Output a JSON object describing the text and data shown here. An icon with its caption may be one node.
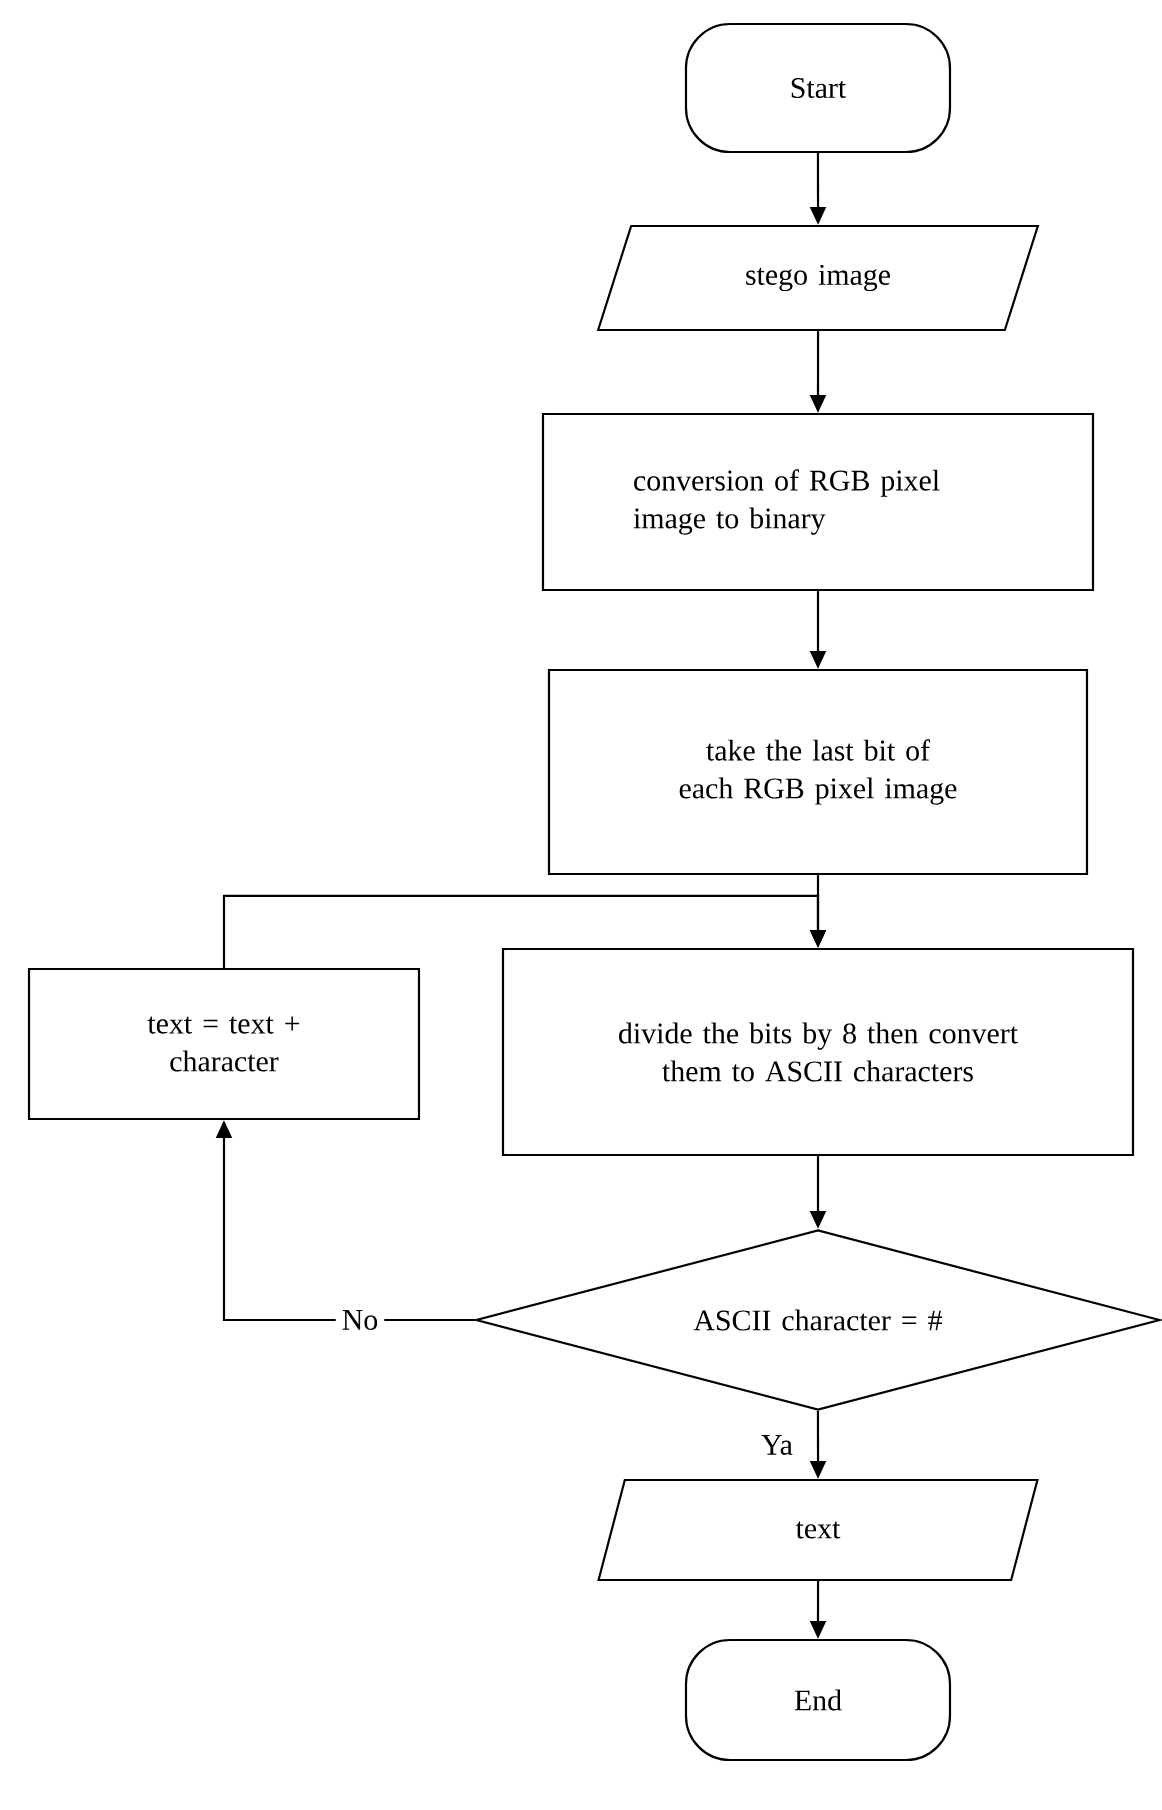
{
  "diagram": {
    "nodes": [
      {
        "text": [
          "Start"
        ]
      },
      {
        "text": [
          "stego image"
        ]
      },
      {
        "text": [
          "conversion of RGB pixel image to binary"
        ]
      },
      {
        "text": [
          "take the last bit of each RGB pixel image"
        ]
      },
      {
        "text": [
          "text = text + character"
        ]
      },
      {
        "text": [
          "divide the bits by 8 then convert them to ASCII characters"
        ]
      },
      {
        "text": [
          "ASCII character = #"
        ]
      },
      {
        "text": [
          "text"
        ]
      },
      {
        "text": [
          "End"
        ]
      }
    ],
    "edges": [
      {
        "from": 0,
        "to": 1,
        "arrow": "to"
      },
      {
        "from": 1,
        "to": 2,
        "arrow": "to"
      },
      {
        "from": 2,
        "to": 3,
        "arrow": "to"
      },
      {
        "from": 3,
        "to": 5,
        "arrow": "to"
      },
      {
        "from": 4,
        "to": 5,
        "arrow": "to"
      },
      {
        "from": 5,
        "to": 6,
        "arrow": "to"
      },
      {
        "from": 6,
        "to": 4,
        "arrow": "to",
        "label": "No"
      },
      {
        "from": 6,
        "to": 7,
        "arrow": "to",
        "label": "Ya"
      },
      {
        "from": 7,
        "to": 8,
        "arrow": "to"
      }
    ]
  }
}
